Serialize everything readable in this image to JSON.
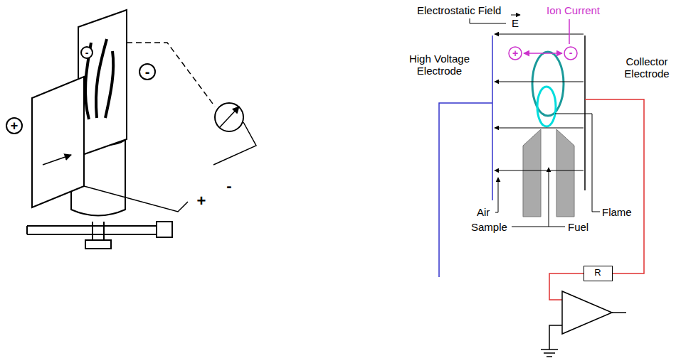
{
  "diagram": {
    "nodes": [
      {
        "text": [
          "R"
        ]
      }
    ],
    "labels": [
      "+",
      "-",
      "-",
      "-",
      "+",
      "Electrostatic Field",
      "E",
      "Ion Current",
      "High Voltage Electrode",
      "Collector Electrode",
      "+",
      "-",
      "Air",
      "Flame",
      "Sample",
      "Fuel"
    ]
  }
}
